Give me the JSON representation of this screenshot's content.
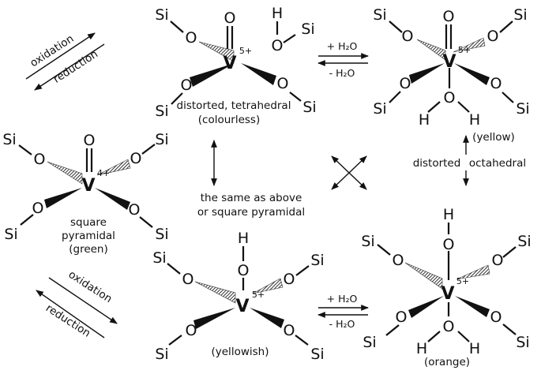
{
  "atoms": {
    "si": "Si",
    "o": "O",
    "v": "V",
    "h": "H"
  },
  "charges": {
    "v5": "5+",
    "v4": "4+"
  },
  "labels": {
    "tetrahedral": "distorted, tetrahedral",
    "colourless": "(colourless)",
    "yellow": "(yellow)",
    "distorted": "distorted",
    "octahedral": "octahedral",
    "square": "square",
    "pyramidal": "pyramidal",
    "green": "(green)",
    "same_as_above": "the same as above",
    "or_square_pyramidal": "or square pyramidal",
    "yellowish": "(yellowish)",
    "orange": "(orange)"
  },
  "arrows": {
    "oxidation": "oxidation",
    "reduction": "reduction",
    "plus_water": "+ H₂O",
    "minus_water": "- H₂O"
  },
  "colors": {
    "ink": "#111111",
    "hatch": "#555555"
  }
}
